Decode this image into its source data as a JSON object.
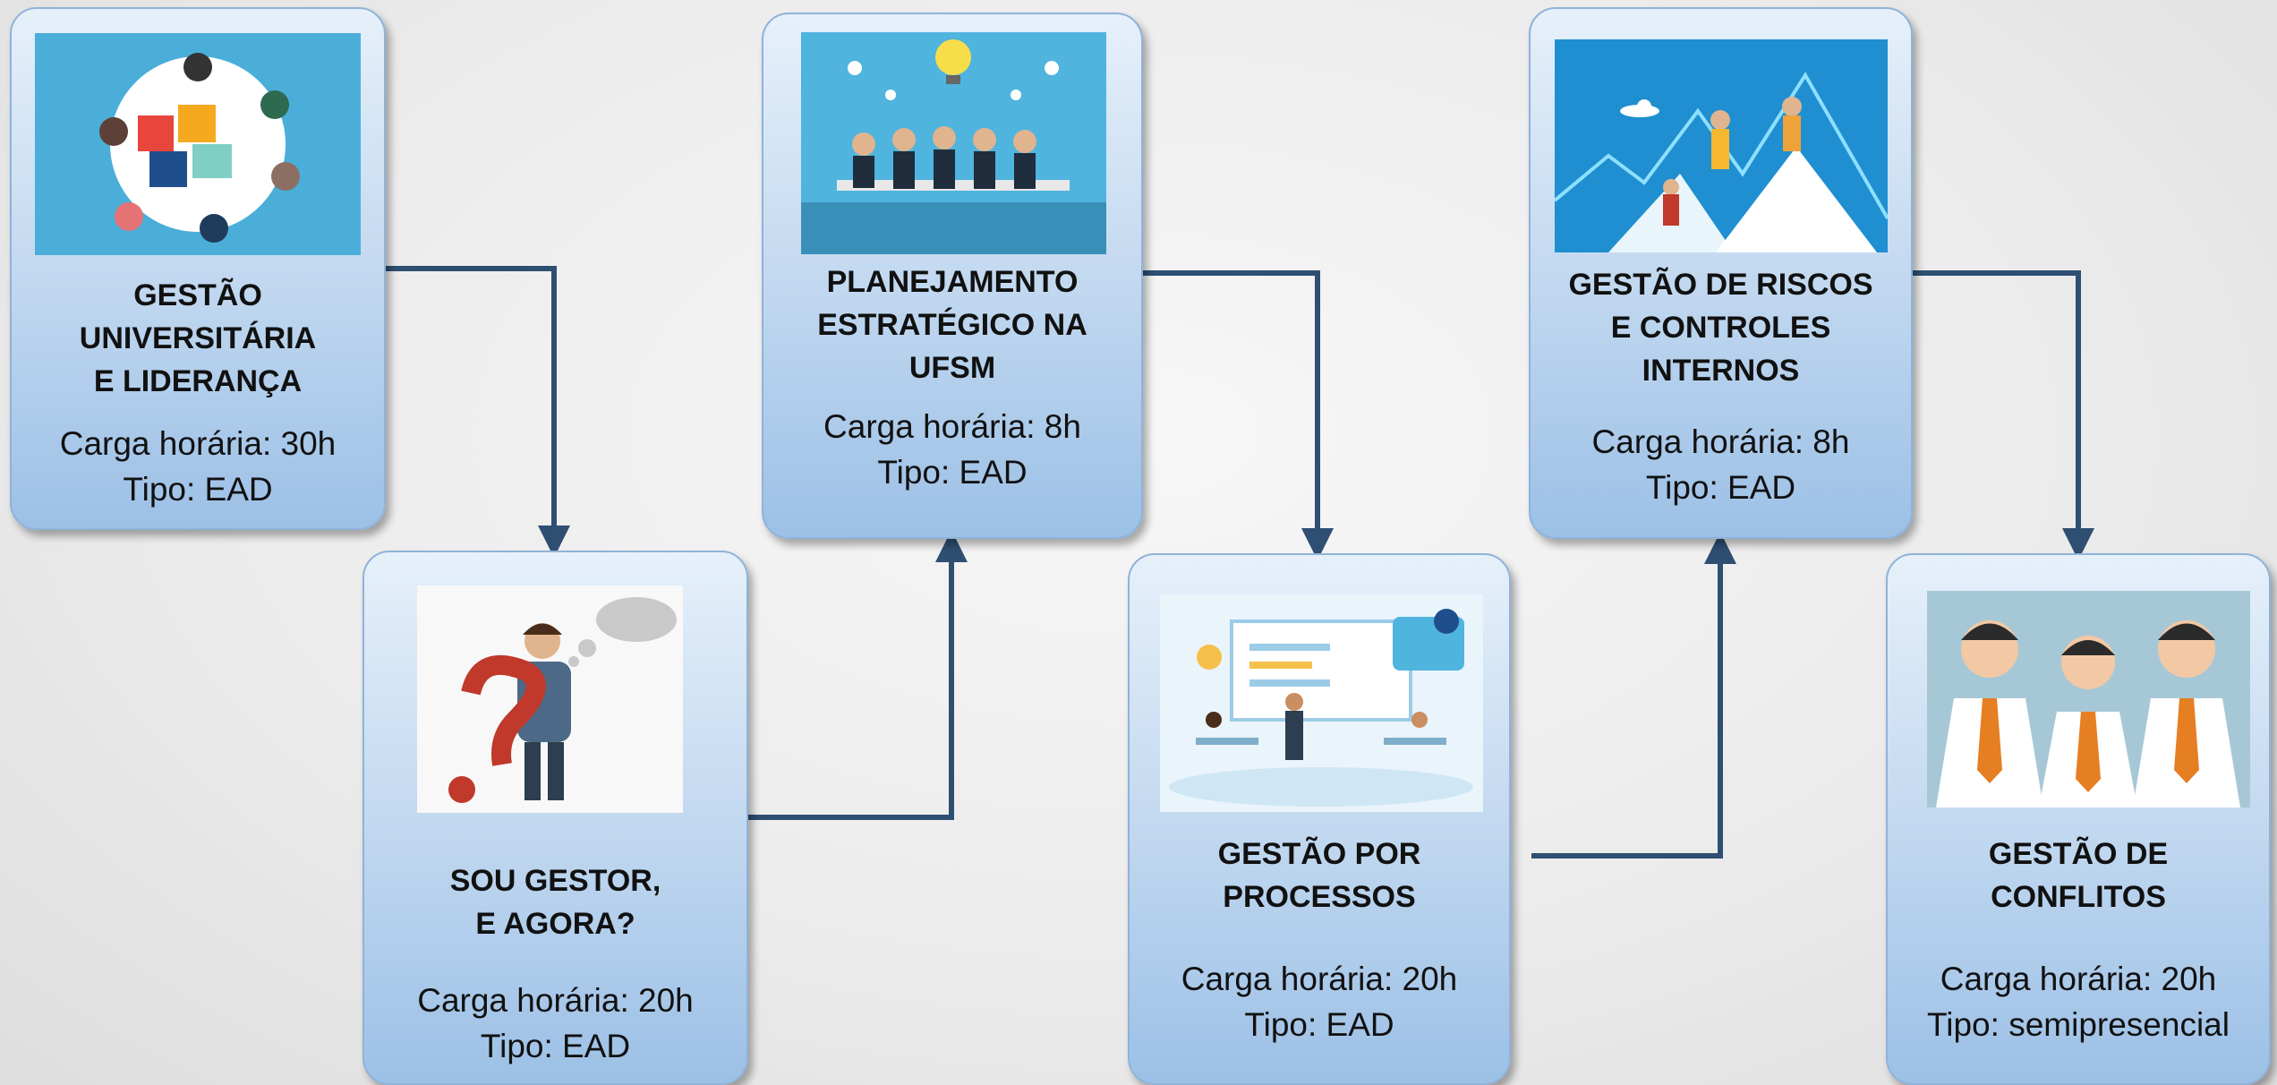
{
  "courses": [
    {
      "title": "GESTÃO\nUNIVERSITÁRIA\nE LIDERANÇA",
      "hours": "Carga horária: 30h",
      "type": "Tipo: EAD",
      "image": "puzzle-team-circle-illustration"
    },
    {
      "title": "SOU GESTOR,\nE AGORA?",
      "hours": "Carga horária: 20h",
      "type": "Tipo: EAD",
      "image": "confused-manager-question-mark-illustration"
    },
    {
      "title": "PLANEJAMENTO\nESTRATÉGICO NA\nUFSM",
      "hours": "Carga horária: 8h",
      "type": "Tipo: EAD",
      "image": "team-meeting-lightbulb-illustration"
    },
    {
      "title": "GESTÃO POR\nPROCESSOS",
      "hours": "Carga horária: 20h",
      "type": "Tipo: EAD",
      "image": "process-presentation-illustration"
    },
    {
      "title": "GESTÃO DE RISCOS\nE CONTROLES\nINTERNOS",
      "hours": "Carga horária: 8h",
      "type": "Tipo: EAD",
      "image": "mountain-climbers-illustration"
    },
    {
      "title": "GESTÃO DE\nCONFLITOS",
      "hours": "Carga horária: 20h",
      "type": "Tipo: semipresencial",
      "image": "conflict-mediation-illustration"
    }
  ],
  "colors": {
    "arrow": "#2e4f72",
    "card_border": "#8fb3d9",
    "card_top": "#e6f0fa",
    "card_bottom": "#9cc0e6"
  }
}
